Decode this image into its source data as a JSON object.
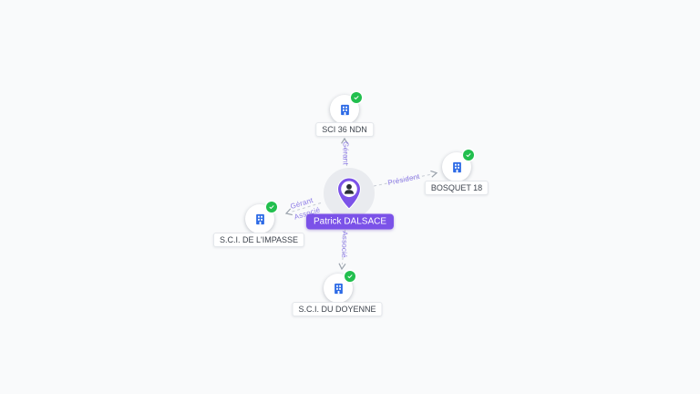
{
  "canvas": {
    "background": "#f9fafb"
  },
  "colors": {
    "accent_purple": "#7b52e8",
    "edge_label_purple": "#8c7ae6",
    "company_icon_blue": "#2e6be6",
    "verified_green": "#22bf4e",
    "edge_line_gray": "#c7ccd4"
  },
  "icons": {
    "person": "person-pin-icon",
    "company": "building-icon",
    "verified": "check-badge-icon"
  },
  "person": {
    "name": "Patrick DALSACE"
  },
  "companies": [
    {
      "name": "SCI 36 NDN",
      "verified": true
    },
    {
      "name": "BOSQUET 18",
      "verified": true
    },
    {
      "name": "S.C.I. DE L'IMPASSE",
      "verified": true
    },
    {
      "name": "S.C.I. DU DOYENNE",
      "verified": true
    }
  ],
  "relations": [
    {
      "role": "Gérant",
      "source": "Patrick DALSACE",
      "target": "SCI 36 NDN"
    },
    {
      "role": "Président",
      "source": "Patrick DALSACE",
      "target": "BOSQUET 18"
    },
    {
      "role": "Gérant",
      "source": "Patrick DALSACE",
      "target": "S.C.I. DE L'IMPASSE"
    },
    {
      "role": "Associé",
      "source": "Patrick DALSACE",
      "target": "S.C.I. DE L'IMPASSE"
    },
    {
      "role": "Associé",
      "source": "Patrick DALSACE",
      "target": "S.C.I. DU DOYENNE"
    }
  ]
}
